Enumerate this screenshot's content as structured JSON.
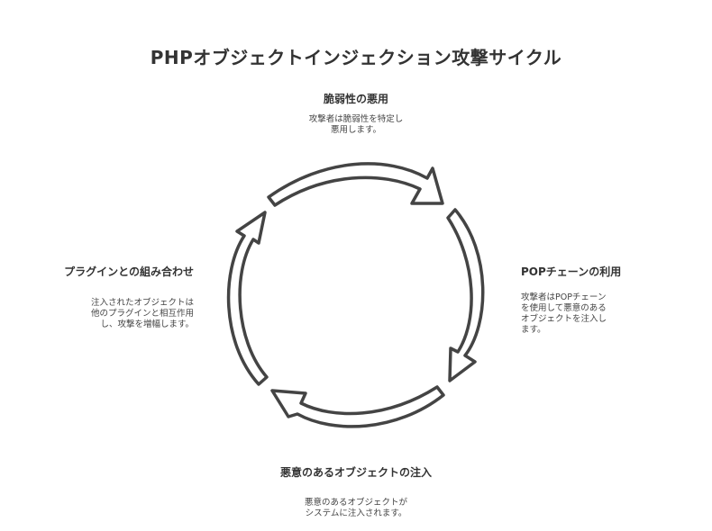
{
  "title": "PHPオブジェクトインジェクション攻撃サイクル",
  "stages": [
    {
      "heading": "脆弱性の悪用",
      "description_lines": [
        "攻撃者は脆弱性を特定し",
        "悪用します。"
      ]
    },
    {
      "heading": "POPチェーンの利用",
      "description_lines": [
        "攻撃者はPOPチェーン",
        "を使用して悪意のある",
        "オブジェクトを注入し",
        "ます。"
      ]
    },
    {
      "heading": "悪意のあるオブジェクトの注入",
      "description_lines": [
        "悪意のあるオブジェクトが",
        "システムに注入されます。"
      ]
    },
    {
      "heading": "プラグインとの組み合わせ",
      "description_lines": [
        "注入されたオブジェクトは",
        "他のプラグインと相互作用",
        "し、攻撃を増幅します。"
      ]
    }
  ],
  "colors": {
    "arrow_stroke": "#444444",
    "text": "#333333"
  }
}
